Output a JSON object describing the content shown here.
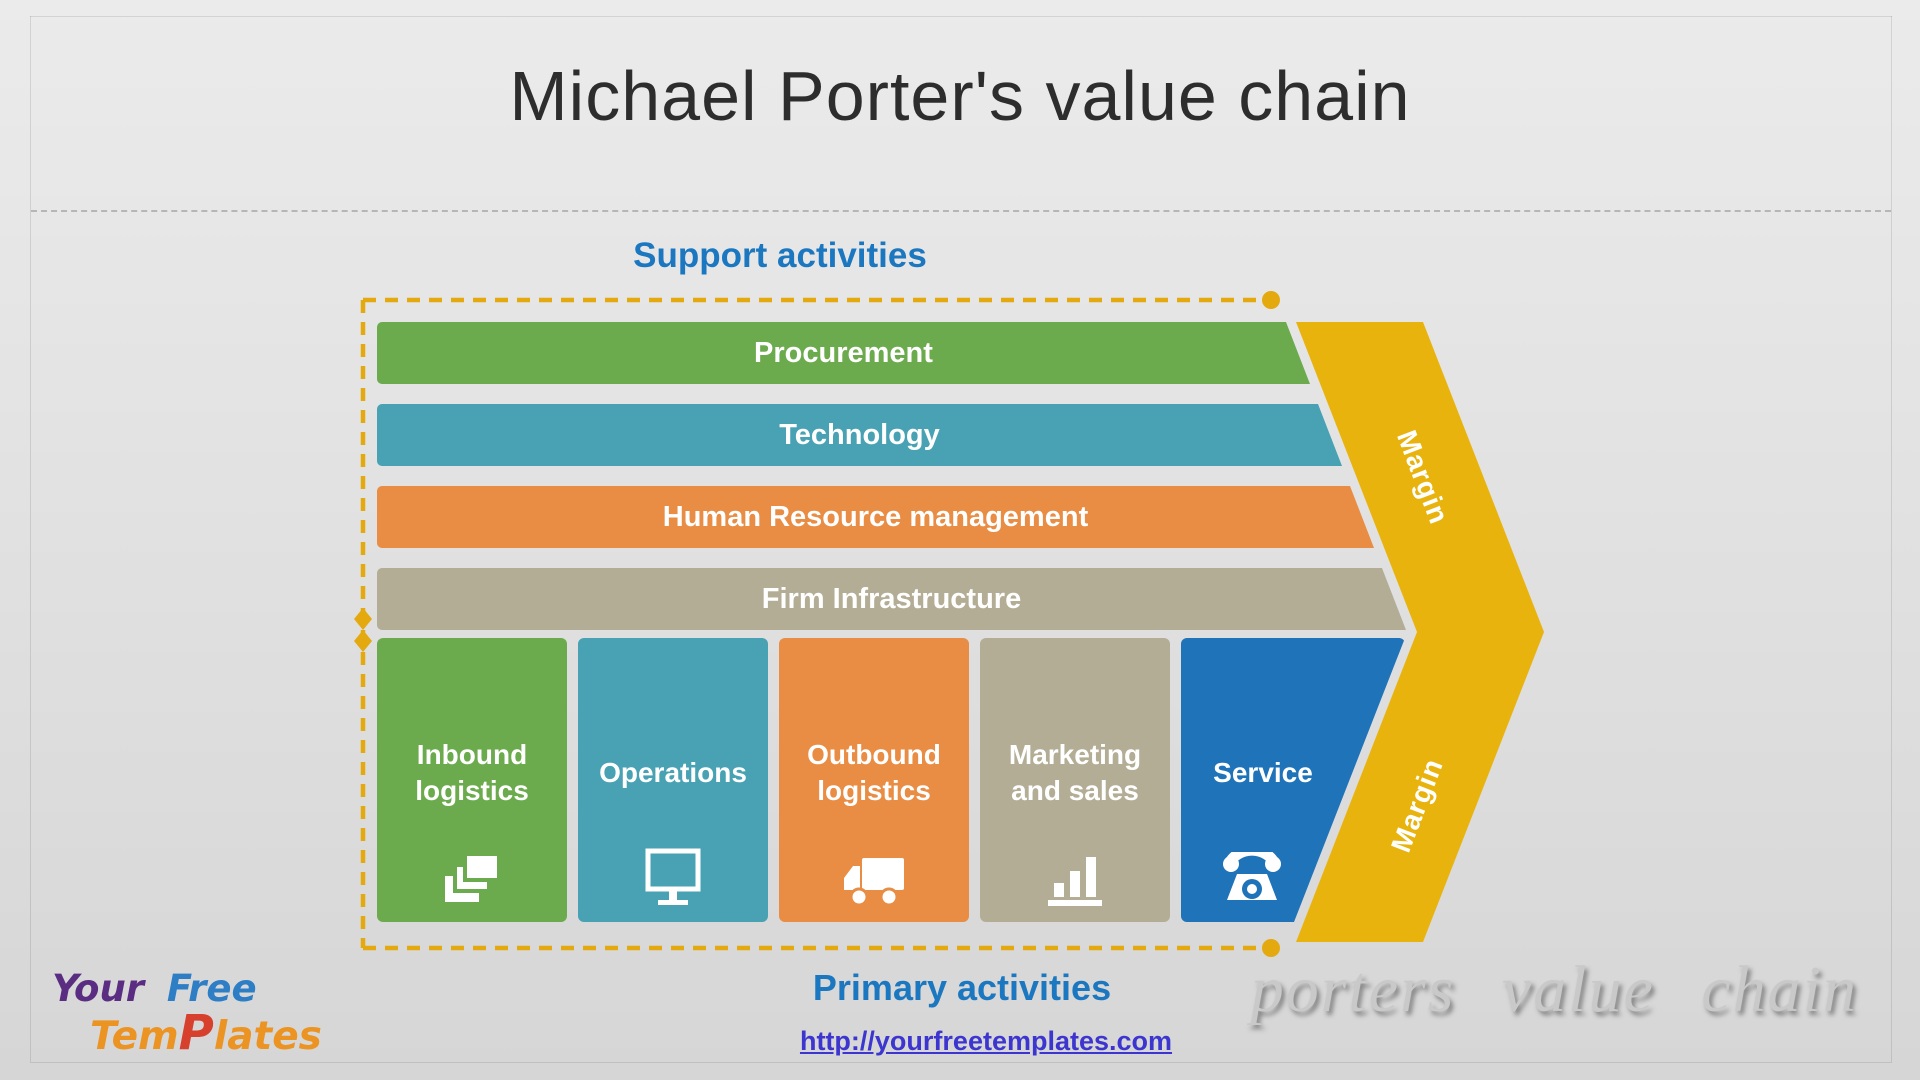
{
  "header": {
    "title": "Michael Porter's value chain"
  },
  "labels": {
    "support": "Support activities",
    "primary": "Primary activities",
    "margin_upper": "Margin",
    "margin_lower": "Margin"
  },
  "support_activities": [
    {
      "label": "Procurement",
      "color": "#6cab4d"
    },
    {
      "label": "Technology",
      "color": "#48a2b4"
    },
    {
      "label": "Human Resource management",
      "color": "#e98c44"
    },
    {
      "label": "Firm Infrastructure",
      "color": "#b4ad95"
    }
  ],
  "primary_activities": [
    {
      "label": "Inbound logistics",
      "color": "#6cab4d",
      "icon": "pages-icon"
    },
    {
      "label": "Operations",
      "color": "#48a2b4",
      "icon": "monitor-icon"
    },
    {
      "label": "Outbound logistics",
      "color": "#e98c44",
      "icon": "truck-icon"
    },
    {
      "label": "Marketing and sales",
      "color": "#b4ad95",
      "icon": "bar-chart-icon"
    },
    {
      "label": "Service",
      "color": "#1e73b9",
      "icon": "phone-icon"
    }
  ],
  "margin_arrow": {
    "color": "#e9b30e",
    "border_dash_color": "#e3a90f"
  },
  "footer": {
    "url": "http://yourfreetemplates.com",
    "watermark": "porters value chain"
  },
  "logo": {
    "your": "Your",
    "free": "Free",
    "tem": "Tem",
    "p": "P",
    "lates": "lates"
  },
  "colors": {
    "heading_blue": "#1b77c0",
    "link_blue": "#3c35d0",
    "title_gray": "#2d2d2d"
  }
}
